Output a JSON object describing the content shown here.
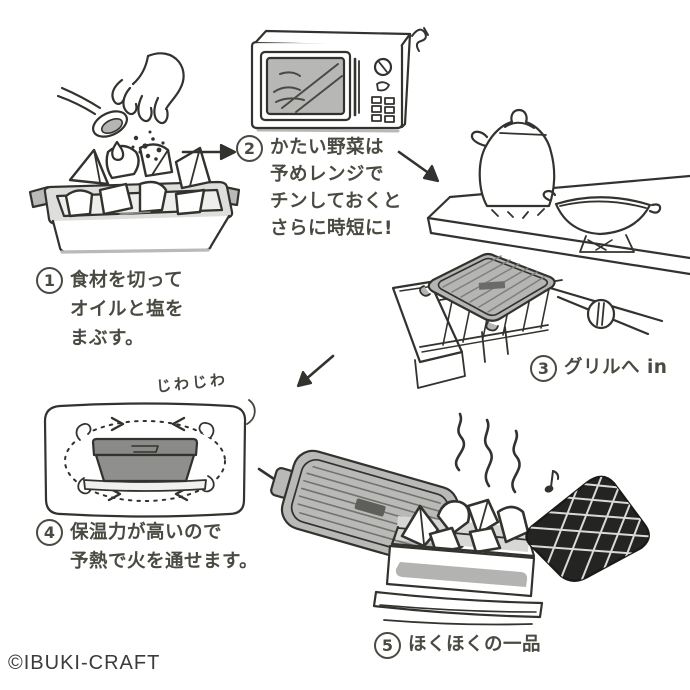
{
  "palette": {
    "ink": "#33322e",
    "text": "#4a4a42",
    "light_gray": "#c9c9c7",
    "mid_gray": "#b5b5b3",
    "dark_gray": "#8a8a88",
    "mitt_black": "#242422",
    "background": "#ffffff"
  },
  "steps": [
    {
      "num": "1",
      "lines": [
        "食材を切って",
        "オイルと塩を",
        "まぶす。"
      ]
    },
    {
      "num": "2",
      "lines": [
        "かたい野菜は",
        "予めレンジで",
        "チンしておくと",
        "さらに時短に!"
      ]
    },
    {
      "num": "3",
      "lines": [
        "グリルへ in"
      ]
    },
    {
      "num": "4",
      "lines": [
        "保温力が高いので",
        "予熱で火を通せます。"
      ]
    },
    {
      "num": "5",
      "lines": [
        "ほくほくの一品"
      ]
    }
  ],
  "annotations": {
    "sizzle": "じわじわ"
  },
  "illustrations": {
    "step1": "hand-seasoning-vegetables-in-baking-dish",
    "step2": "microwave-oven",
    "step3": "stovetop-with-grill-drawer",
    "step4": "grill-cross-section-heat-retention",
    "step5": "finished-dish-lid-steam-oven-mitt"
  },
  "footer": {
    "copyright": "©IBUKI-CRAFT"
  }
}
